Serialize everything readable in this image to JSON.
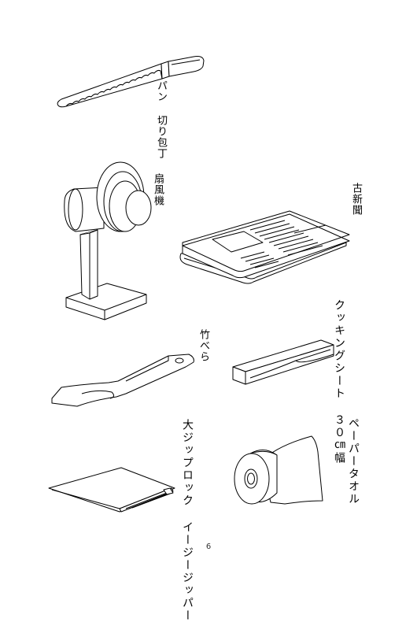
{
  "items": {
    "bread_knife": {
      "label_line1": "パン",
      "label_line2": "切り包丁"
    },
    "fan": {
      "label": "扇風機"
    },
    "newspaper": {
      "label": "古新聞"
    },
    "spatula": {
      "label": "竹べら"
    },
    "cooking_sheet": {
      "label_line1": "クッキングシート",
      "label_line2": "３０㎝幅"
    },
    "zip_bag": {
      "label_line1": "大ジップロック",
      "label_line2": "イージージッパー"
    },
    "paper_towel": {
      "label": "ペーパータオル"
    }
  },
  "page_number": "6"
}
